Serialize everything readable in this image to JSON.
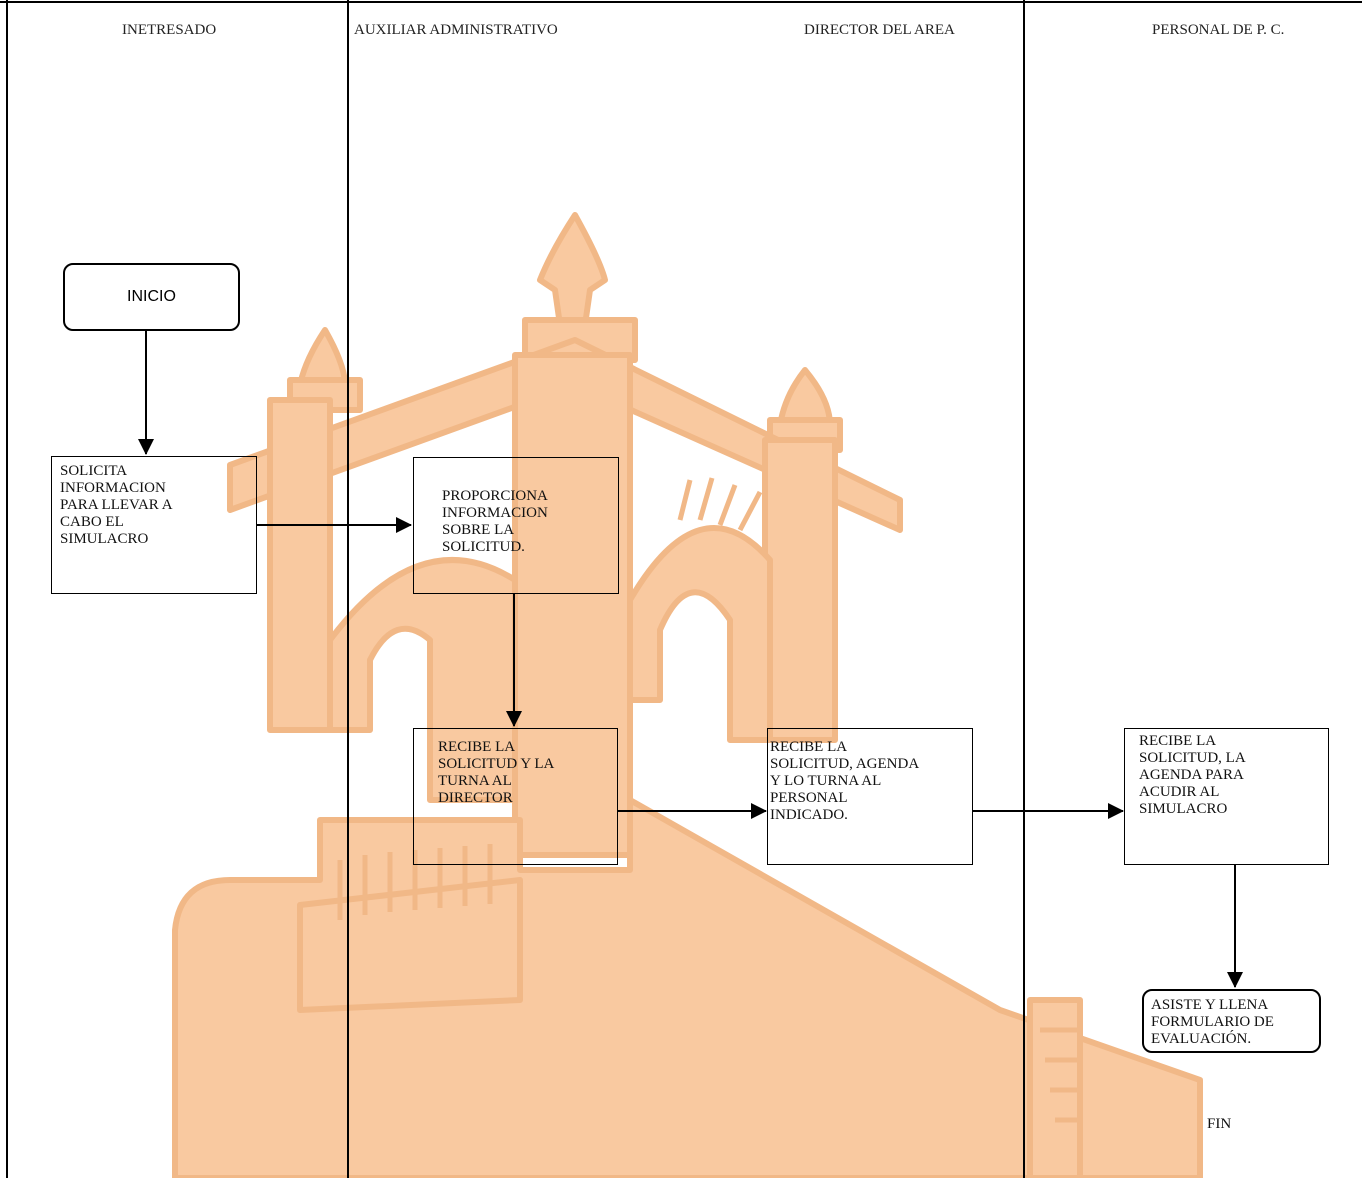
{
  "lanes": [
    {
      "title": "INETRESADO"
    },
    {
      "title": "AUXILIAR ADMINISTRATIVO"
    },
    {
      "title": "DIRECTOR DEL AREA"
    },
    {
      "title": "PERSONAL DE P. C."
    }
  ],
  "nodes": {
    "inicio": "INICIO",
    "solicita": " SOLICITA\n  INFORMACION\n  PARA LLEVAR A\nCABO EL\nSIMULACRO",
    "proporciona": "PROPORCIONA\nINFORMACION\nSOBRE LA\nSOLICITUD.",
    "recibe_aux": "RECIBE LA\nSOLICITUD Y LA\nTURNA AL\nDIRECTOR",
    "recibe_dir": "RECIBE LA\n SOLICITUD, AGENDA\nY LO TURNA AL\nPERSONAL\nINDICADO.",
    "recibe_pc": "RECIBE LA\nSOLICITUD, LA\nAGENDA PARA\nACUDIR AL\nSIMULACRO",
    "asiste": " ASISTE Y LLENA\nFORMULARIO DE\n EVALUACIÓN.",
    "fin": "FIN"
  },
  "colors": {
    "watermark": "#f9c9a0",
    "watermark_line": "#f1b887",
    "line": "#000000"
  }
}
